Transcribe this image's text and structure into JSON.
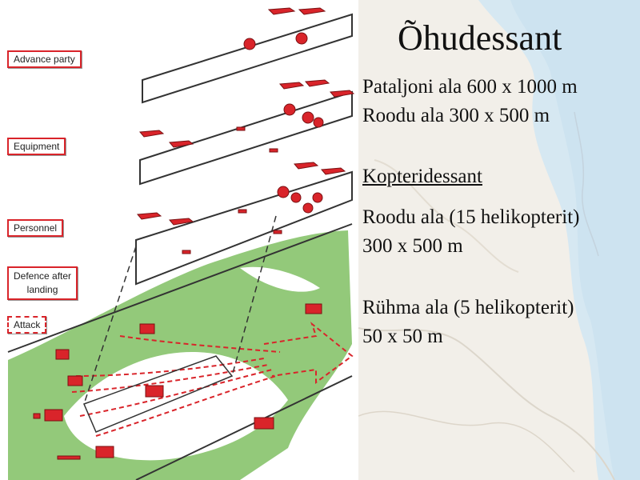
{
  "slide": {
    "title": "Õhudessant",
    "lines": [
      "Pataljoni ala 600 x 1000 m",
      "Roodu ala 300 x 500 m",
      "Kopteridessant",
      "Roodu ala (15 helikopterit)",
      "300 x 500 m",
      "Rühma ala (5 helikopterit)",
      "50 x 50 m"
    ]
  },
  "diagram": {
    "labels": {
      "advance_party": "Advance party",
      "equipment": "Equipment",
      "personnel": "Personnel",
      "defence_line1": "Defence after",
      "defence_line2": "landing",
      "attack": "Attack"
    },
    "colors": {
      "red": "#d9242a",
      "green": "#93c97a",
      "map_land": "#f3f0ea",
      "map_water": "#cfe3ef"
    }
  }
}
